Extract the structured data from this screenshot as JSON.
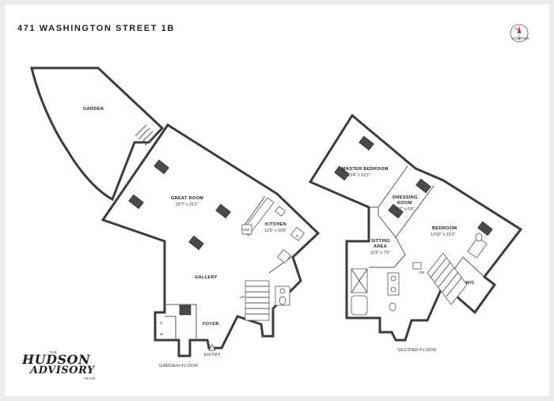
{
  "title": "471 WASHINGTON STREET 1B",
  "compass": {
    "north": "N",
    "caption": "COMPASS"
  },
  "floors": {
    "garden": "GARDEN FLOOR",
    "second": "SECOND FLOOR"
  },
  "rooms": {
    "garden": {
      "name": "GARDEN"
    },
    "great_room": {
      "name": "GREAT ROOM",
      "dim": "29'7\" x 22'1\""
    },
    "kitchen": {
      "name": "KITCHEN",
      "dim": "12'5\" x 10'6\""
    },
    "gallery": {
      "name": "GALLERY"
    },
    "foyer": {
      "name": "FOYER"
    },
    "entry": {
      "name": "ENTRY"
    },
    "master_bedroom": {
      "name": "MASTER BEDROOM",
      "dim": "13'4\" x 10'1\""
    },
    "dressing_room": {
      "name_line1": "DRESSING",
      "name_line2": "ROOM",
      "dim": "10'7\" x 6'6\""
    },
    "bedroom": {
      "name": "BEDROOM",
      "dim": "13'10\" x 10'1\""
    },
    "sitting_area": {
      "name_line1": "SITTING",
      "name_line2": "AREA",
      "dim": "11'6\" x 7'6\""
    },
    "wic": {
      "name": "W/C"
    }
  },
  "fixtures": {
    "dw": "DW",
    "r": "R",
    "d": "D",
    "w": "W",
    "up": "UP",
    "dn": "DN"
  },
  "logo": {
    "top": "THE",
    "line1": "HUDSON",
    "line2": "ADVISORY",
    "bottom": "TEAM"
  }
}
